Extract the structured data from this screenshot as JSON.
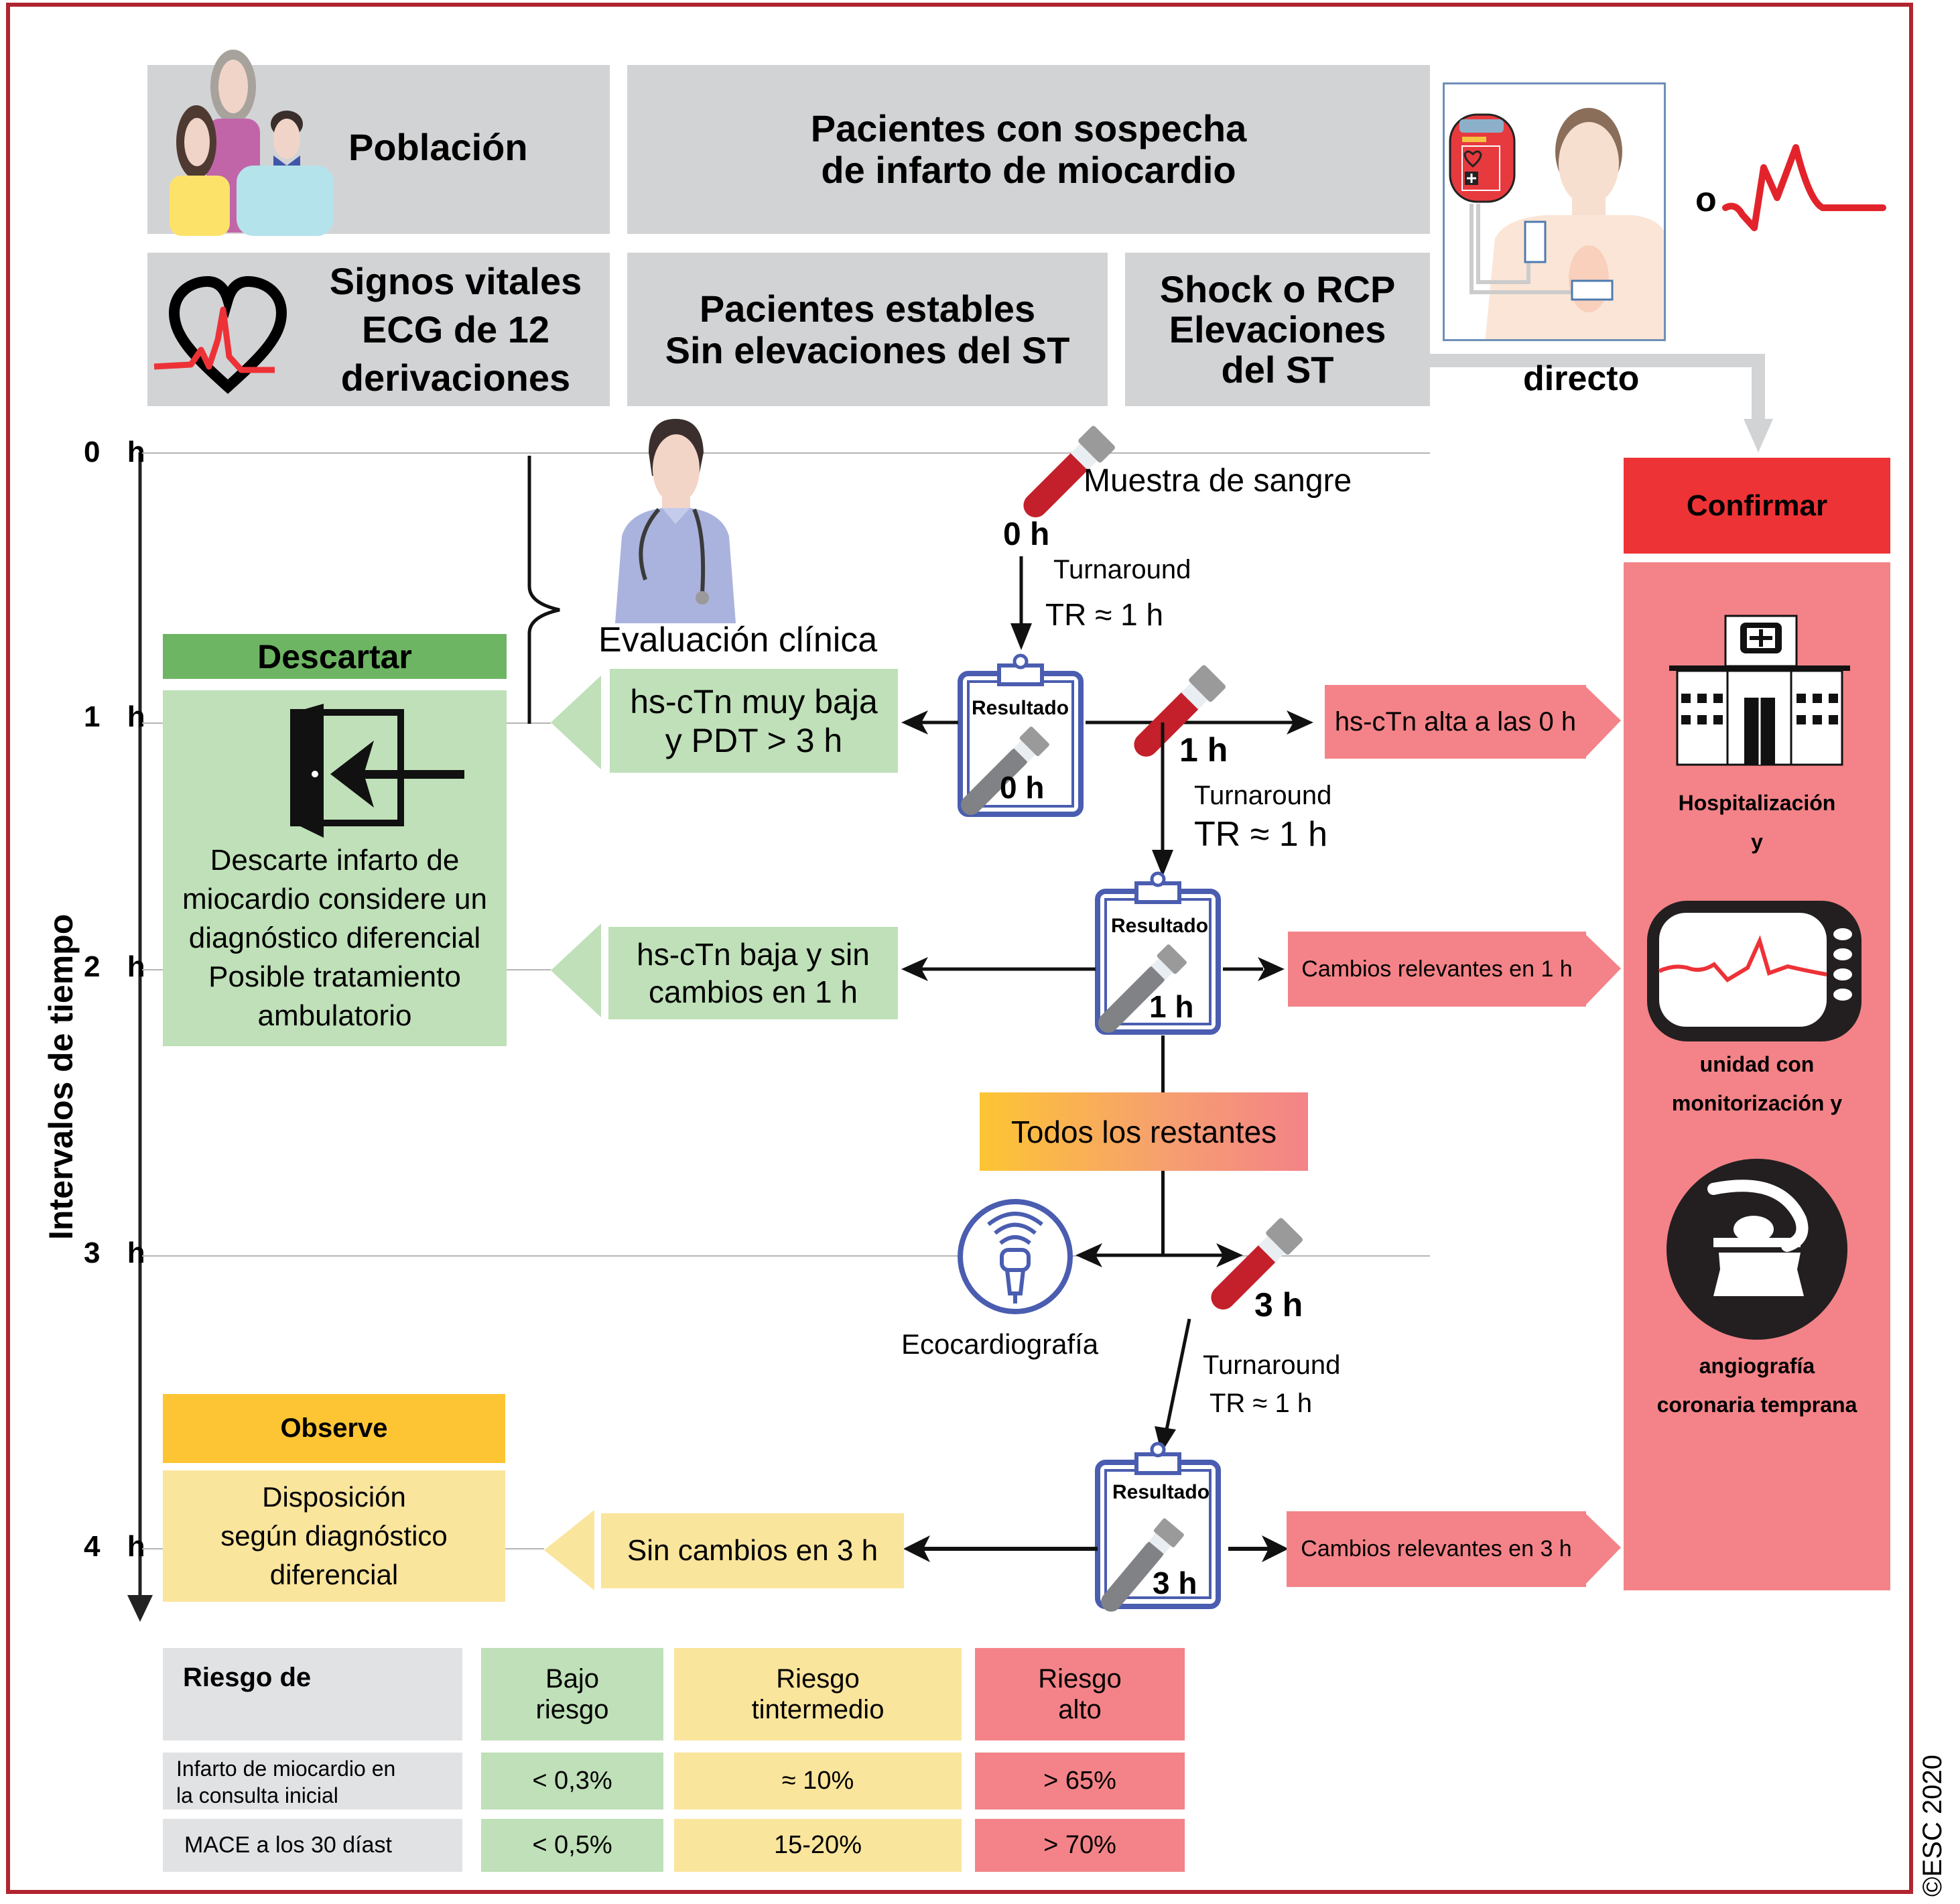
{
  "header": {
    "population": "Población",
    "suspected": "Pacientes con sospecha\nde infarto de miocardio",
    "vitals": "Signos vitales\nECG de 12\nderivaciones",
    "stable": "Pacientes estables\nSin elevaciones del ST",
    "shock": "Shock o RCP\nElevaciones\ndel ST",
    "or_label": "o",
    "direct_label": "directo"
  },
  "timeline": {
    "axis_label": "Intervalos de tiempo",
    "ticks": [
      "0 h",
      "1 h",
      "2 h",
      "3 h",
      "4 h"
    ]
  },
  "clinical": {
    "label": "Evaluación clínica"
  },
  "blood": {
    "sample_label": "Muestra de sangre",
    "t0": "0 h",
    "t1": "1 h",
    "t3": "3 h",
    "turnaround": "Turnaround",
    "tr": "TR ≈ 1 h"
  },
  "results": {
    "label": "Resultado",
    "r0": "0 h",
    "r1": "1 h",
    "r3": "3 h"
  },
  "rule_out": {
    "title": "Descartar",
    "text": "Descarte infarto de\nmiocardio considere un\ndiagnóstico diferencial\nPosible tratamiento\nambulatorio",
    "criteria_0h": "hs-cTn muy baja\ny PDT > 3 h",
    "criteria_1h": "hs-cTn baja y sin\ncambios en 1 h"
  },
  "rule_in": {
    "title": "Confirmar",
    "criteria_0h": "hs-cTn alta a las 0 h",
    "criteria_1h": "Cambios relevantes en 1 h",
    "criteria_3h": "Cambios relevantes en 3 h",
    "items": [
      "Hospitalización\ny",
      "unidad con\nmonitorización y",
      "angiografía\ncoronaria temprana"
    ]
  },
  "observe": {
    "title": "Observe",
    "text": "Disposición\nsegún diagnóstico\ndiferencial",
    "criteria_3h": "Sin cambios en 3 h",
    "remaining": "Todos los restantes",
    "echo": "Ecocardiografía"
  },
  "risk_table": {
    "header": [
      "Riesgo de",
      "Bajo\nriesgo",
      "Riesgo\ntintermedio",
      "Riesgo\nalto"
    ],
    "rows": [
      {
        "label": "Infarto de miocardio en\nla consulta inicial",
        "values": [
          "< 0,3%",
          "≈ 10%",
          "> 65%"
        ]
      },
      {
        "label": "MACE a los 30 díast",
        "values": [
          "< 0,5%",
          "15-20%",
          "> 70%"
        ]
      }
    ]
  },
  "colors": {
    "frame": "#b0252f",
    "rule_out": "#6db563",
    "rule_out_light": "#bfe0b8",
    "observe": "#fdc533",
    "observe_light": "#fae59c",
    "rule_in": "#ee3336",
    "rule_in_light": "#f38388",
    "clipboard": "#4a5db0"
  },
  "copyright": "©ESC 2020"
}
